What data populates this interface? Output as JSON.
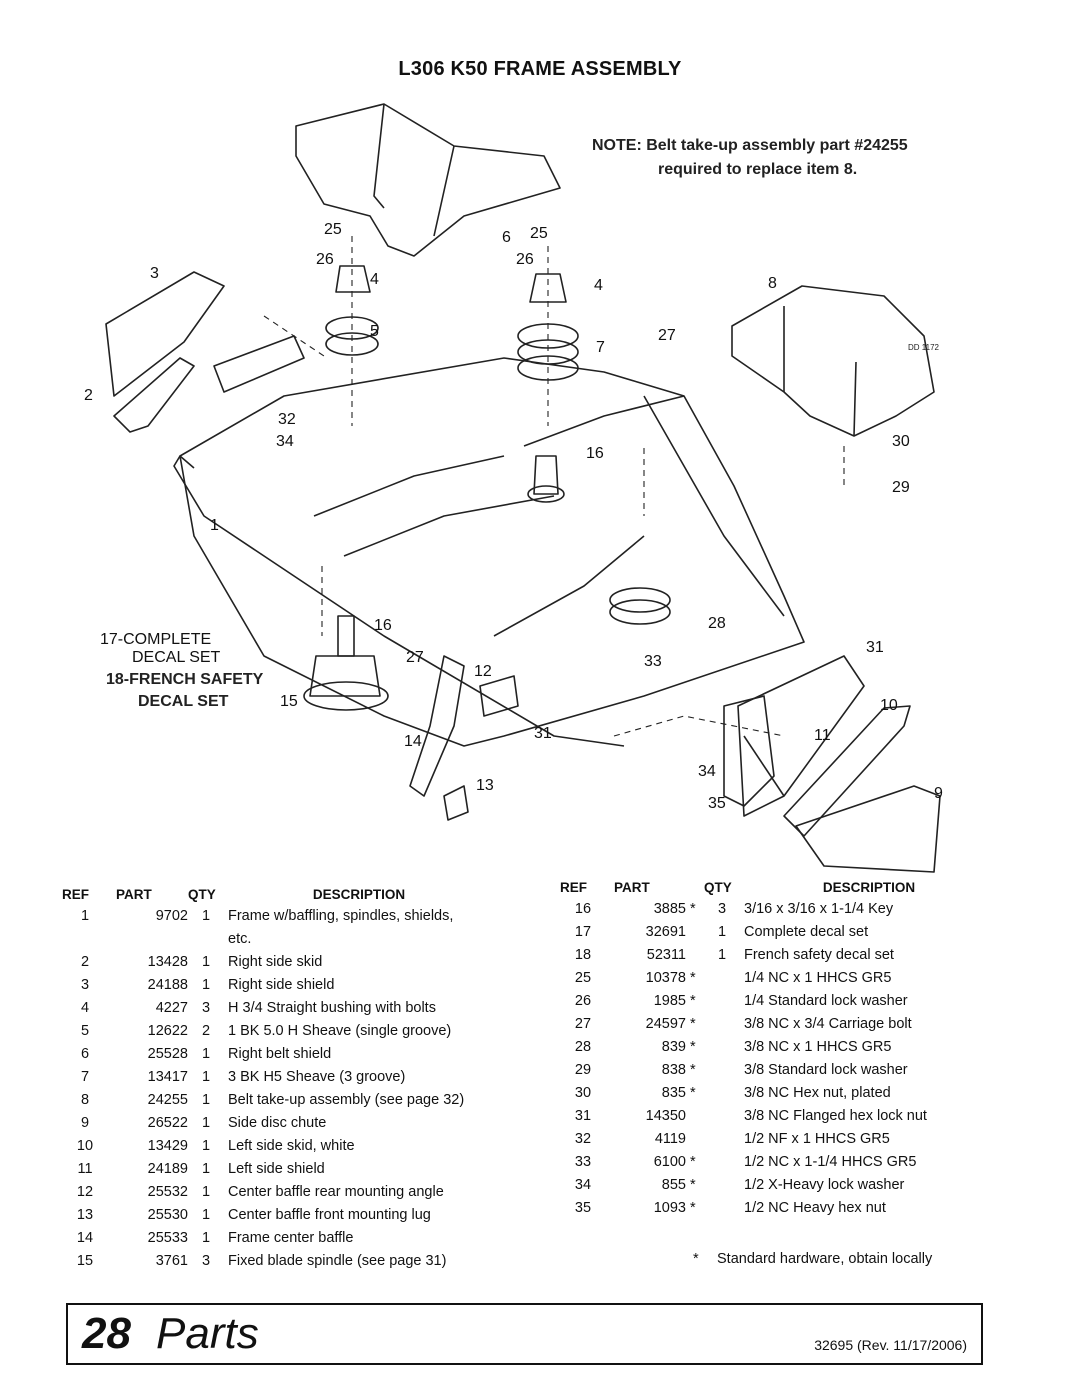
{
  "title": "L306 K50 FRAME ASSEMBLY",
  "diagram": {
    "note_line1": "NOTE: Belt take-up assembly part #24255",
    "note_line2": "required to replace item 8.",
    "drawing_code": "DD 1172",
    "decal_line1": "17-COMPLETE",
    "decal_line2": "DECAL SET",
    "decal_line3": "18-FRENCH SAFETY",
    "decal_line4": "DECAL SET",
    "callouts": [
      "1",
      "2",
      "3",
      "4",
      "4",
      "5",
      "6",
      "7",
      "8",
      "9",
      "10",
      "11",
      "12",
      "13",
      "14",
      "15",
      "16",
      "16",
      "25",
      "25",
      "26",
      "26",
      "27",
      "27",
      "28",
      "29",
      "30",
      "31",
      "31",
      "32",
      "33",
      "34",
      "34",
      "35"
    ]
  },
  "table_headers": {
    "ref": "REF",
    "part": "PART",
    "qty": "QTY",
    "description": "DESCRIPTION"
  },
  "parts_left": [
    {
      "ref": "1",
      "part": "9702",
      "qty": "1",
      "desc": "Frame w/baffling, spindles, shields,",
      "desc2": "etc."
    },
    {
      "ref": "2",
      "part": "13428",
      "qty": "1",
      "desc": "Right side skid"
    },
    {
      "ref": "3",
      "part": "24188",
      "qty": "1",
      "desc": "Right side shield"
    },
    {
      "ref": "4",
      "part": "4227",
      "qty": "3",
      "desc": "H 3/4 Straight bushing with bolts"
    },
    {
      "ref": "5",
      "part": "12622",
      "qty": "2",
      "desc": "1 BK 5.0 H Sheave (single groove)"
    },
    {
      "ref": "6",
      "part": "25528",
      "qty": "1",
      "desc": "Right belt shield"
    },
    {
      "ref": "7",
      "part": "13417",
      "qty": "1",
      "desc": "3 BK H5 Sheave (3 groove)"
    },
    {
      "ref": "8",
      "part": "24255",
      "qty": "1",
      "desc": "Belt take-up assembly (see page 32)"
    },
    {
      "ref": "9",
      "part": "26522",
      "qty": "1",
      "desc": "Side disc chute"
    },
    {
      "ref": "10",
      "part": "13429",
      "qty": "1",
      "desc": "Left side skid, white"
    },
    {
      "ref": "11",
      "part": "24189",
      "qty": "1",
      "desc": "Left side shield"
    },
    {
      "ref": "12",
      "part": "25532",
      "qty": "1",
      "desc": "Center baffle rear mounting angle"
    },
    {
      "ref": "13",
      "part": "25530",
      "qty": "1",
      "desc": "Center baffle front mounting lug"
    },
    {
      "ref": "14",
      "part": "25533",
      "qty": "1",
      "desc": "Frame center baffle"
    },
    {
      "ref": "15",
      "part": "3761",
      "qty": "3",
      "desc": "Fixed blade spindle (see page 31)"
    }
  ],
  "parts_right": [
    {
      "ref": "16",
      "part": "3885",
      "star": "*",
      "qty": "3",
      "desc": "3/16 x 3/16 x 1-1/4 Key"
    },
    {
      "ref": "17",
      "part": "32691",
      "star": "",
      "qty": "1",
      "desc": "Complete decal set"
    },
    {
      "ref": "18",
      "part": "52311",
      "star": "",
      "qty": "1",
      "desc": "French safety decal set"
    },
    {
      "ref": "25",
      "part": "10378",
      "star": "*",
      "qty": "",
      "desc": "1/4 NC x 1 HHCS GR5"
    },
    {
      "ref": "26",
      "part": "1985",
      "star": "*",
      "qty": "",
      "desc": "1/4 Standard lock washer"
    },
    {
      "ref": "27",
      "part": "24597",
      "star": "*",
      "qty": "",
      "desc": "3/8 NC x 3/4 Carriage bolt"
    },
    {
      "ref": "28",
      "part": "839",
      "star": "*",
      "qty": "",
      "desc": "3/8 NC x 1 HHCS GR5"
    },
    {
      "ref": "29",
      "part": "838",
      "star": "*",
      "qty": "",
      "desc": "3/8 Standard lock washer"
    },
    {
      "ref": "30",
      "part": "835",
      "star": "*",
      "qty": "",
      "desc": "3/8 NC Hex nut, plated"
    },
    {
      "ref": "31",
      "part": "14350",
      "star": "",
      "qty": "",
      "desc": "3/8 NC Flanged hex lock nut"
    },
    {
      "ref": "32",
      "part": "4119",
      "star": "",
      "qty": "",
      "desc": "1/2 NF x 1 HHCS GR5"
    },
    {
      "ref": "33",
      "part": "6100",
      "star": "*",
      "qty": "",
      "desc": "1/2 NC x 1-1/4 HHCS GR5"
    },
    {
      "ref": "34",
      "part": "855",
      "star": "*",
      "qty": "",
      "desc": "1/2 X-Heavy lock washer"
    },
    {
      "ref": "35",
      "part": "1093",
      "star": "*",
      "qty": "",
      "desc": "1/2 NC Heavy hex nut"
    }
  ],
  "footnote": {
    "star": "*",
    "text": "Standard hardware, obtain locally"
  },
  "footer": {
    "page_number": "28",
    "section": "Parts",
    "doc_rev": "32695 (Rev. 11/17/2006)"
  }
}
